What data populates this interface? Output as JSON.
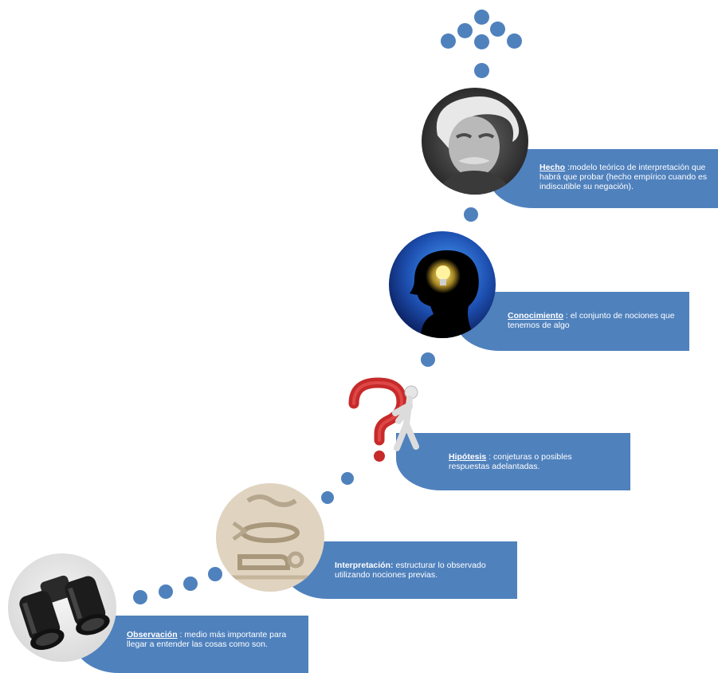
{
  "colors": {
    "accent": "#4f81bd",
    "box_text": "#ffffff"
  },
  "steps": [
    {
      "term": "Observación",
      "separator": " : ",
      "description": "medio más importante para llegar a entender las cosas como son.",
      "image_icon": "binoculars-icon"
    },
    {
      "term": "Interpretación:",
      "separator": " ",
      "description": "estructurar lo observado utilizando nociones previas.",
      "image_icon": "hieroglyphs-icon"
    },
    {
      "term": "Hipótesis",
      "separator": " : ",
      "description": "conjeturas o posibles respuestas adelantadas.",
      "image_icon": "question-mark-figure-icon"
    },
    {
      "term": "Conocimiento",
      "separator": " : ",
      "description": "el conjunto de nociones que tenemos de algo",
      "image_icon": "lightbulb-head-icon"
    },
    {
      "term": "Hecho",
      "separator": " :",
      "description": "modelo teórico de interpretación que habrá que probar (hecho empírico cuando es indiscutible su negación).",
      "image_icon": "einstein-portrait-icon"
    }
  ]
}
